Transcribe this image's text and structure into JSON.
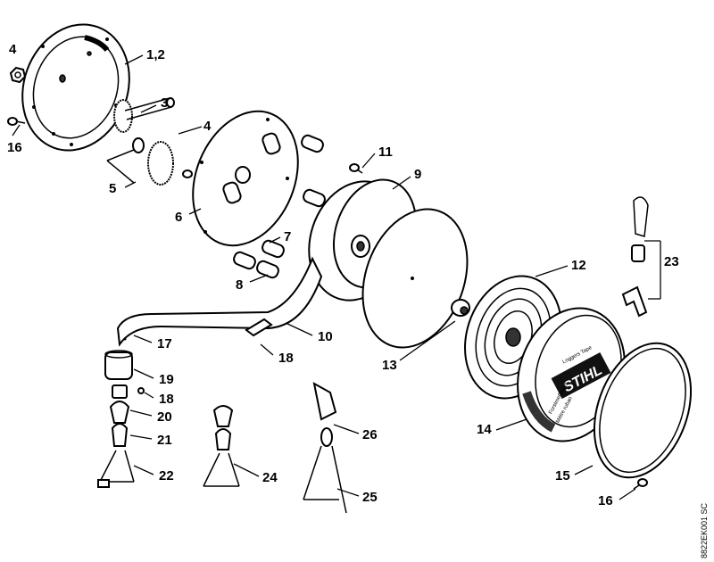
{
  "callouts": {
    "c4a": "4",
    "c12": "1,2",
    "c3": "3",
    "c16a": "16",
    "c4b": "4",
    "c5": "5",
    "c6": "6",
    "c11": "11",
    "c9": "9",
    "c7": "7",
    "c8": "8",
    "c10": "10",
    "c17": "17",
    "c18a": "18",
    "c19": "19",
    "c18b": "18",
    "c20": "20",
    "c21": "21",
    "c22": "22",
    "c24": "24",
    "c26": "26",
    "c25": "25",
    "c12b": "12",
    "c13": "13",
    "c14": "14",
    "c23": "23",
    "c15": "15",
    "c16b": "16"
  },
  "logo": {
    "brand": "STIHL",
    "line1": "Loggers Tape",
    "line2a": "Forstmeßband",
    "line2b": "Mètre ruban"
  },
  "reference_code": "8822EK001 SC"
}
